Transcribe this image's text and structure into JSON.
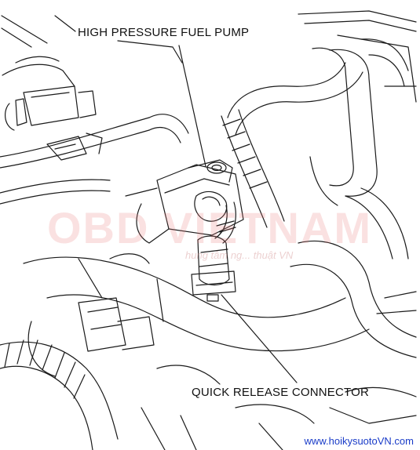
{
  "labels": {
    "high_pressure_fuel_pump": "HIGH PRESSURE FUEL PUMP",
    "quick_release_connector": "QUICK RELEASE CONNECTOR"
  },
  "watermark": {
    "main": "OBD VIETNAM",
    "tagline": "hung tâm ng... thuật VN"
  },
  "footer": {
    "url": "www.hoikysuotoVN.com"
  },
  "colors": {
    "line": "#1a1a1a",
    "footer_text": "#1a3cc8",
    "watermark": "#e07878"
  }
}
